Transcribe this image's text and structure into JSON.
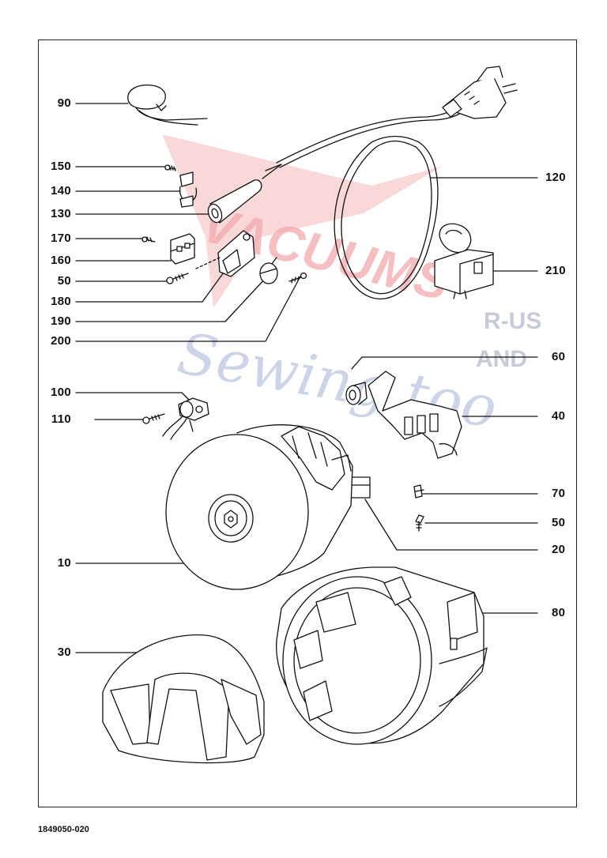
{
  "document_number": "1849050-020",
  "watermark": {
    "line1": "VACUUMS",
    "line2": "Sewing too",
    "side_top": "R-US",
    "side_bottom": "AND",
    "color_red": "#e8646a",
    "color_blue": "#7f8fc4"
  },
  "callouts_left": [
    "90",
    "150",
    "140",
    "130",
    "170",
    "160",
    "50",
    "180",
    "190",
    "200",
    "100",
    "110",
    "10",
    "30"
  ],
  "callouts_right": [
    "120",
    "210",
    "60",
    "40",
    "70",
    "50",
    "20",
    "80"
  ]
}
